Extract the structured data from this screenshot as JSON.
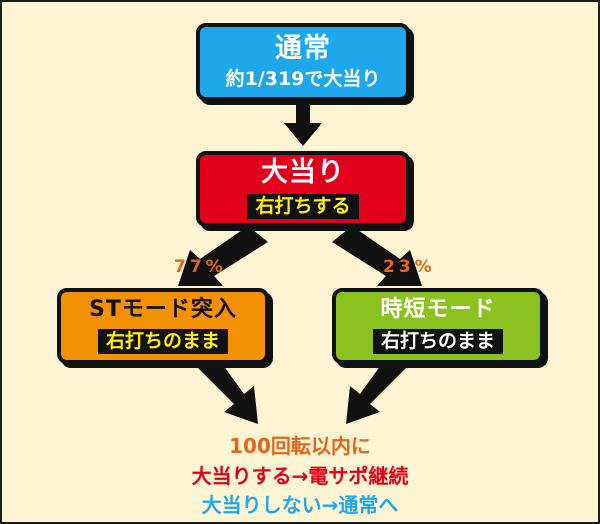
{
  "nodes": {
    "normal": {
      "title": "通常",
      "sub": "約1/319で大当り"
    },
    "jackpot": {
      "title": "大当り",
      "tag": "右打ちする"
    },
    "st_mode": {
      "title": "STモード突入",
      "tag": "右打ちのまま"
    },
    "jitan_mode": {
      "title": "時短モード",
      "tag": "右打ちのまま"
    }
  },
  "edges": {
    "left_pct": "77%",
    "right_pct": "23%"
  },
  "result": {
    "line1": "100回転以内に",
    "line2": "大当りする→電サポ継続",
    "line3": "大当りしない→通常へ"
  },
  "colors": {
    "background": "#fdf4d4",
    "normal": "#1ea7ea",
    "jackpot": "#e3001b",
    "st": "#f39200",
    "jitan": "#8cc21f",
    "percent": "#e8641c"
  }
}
